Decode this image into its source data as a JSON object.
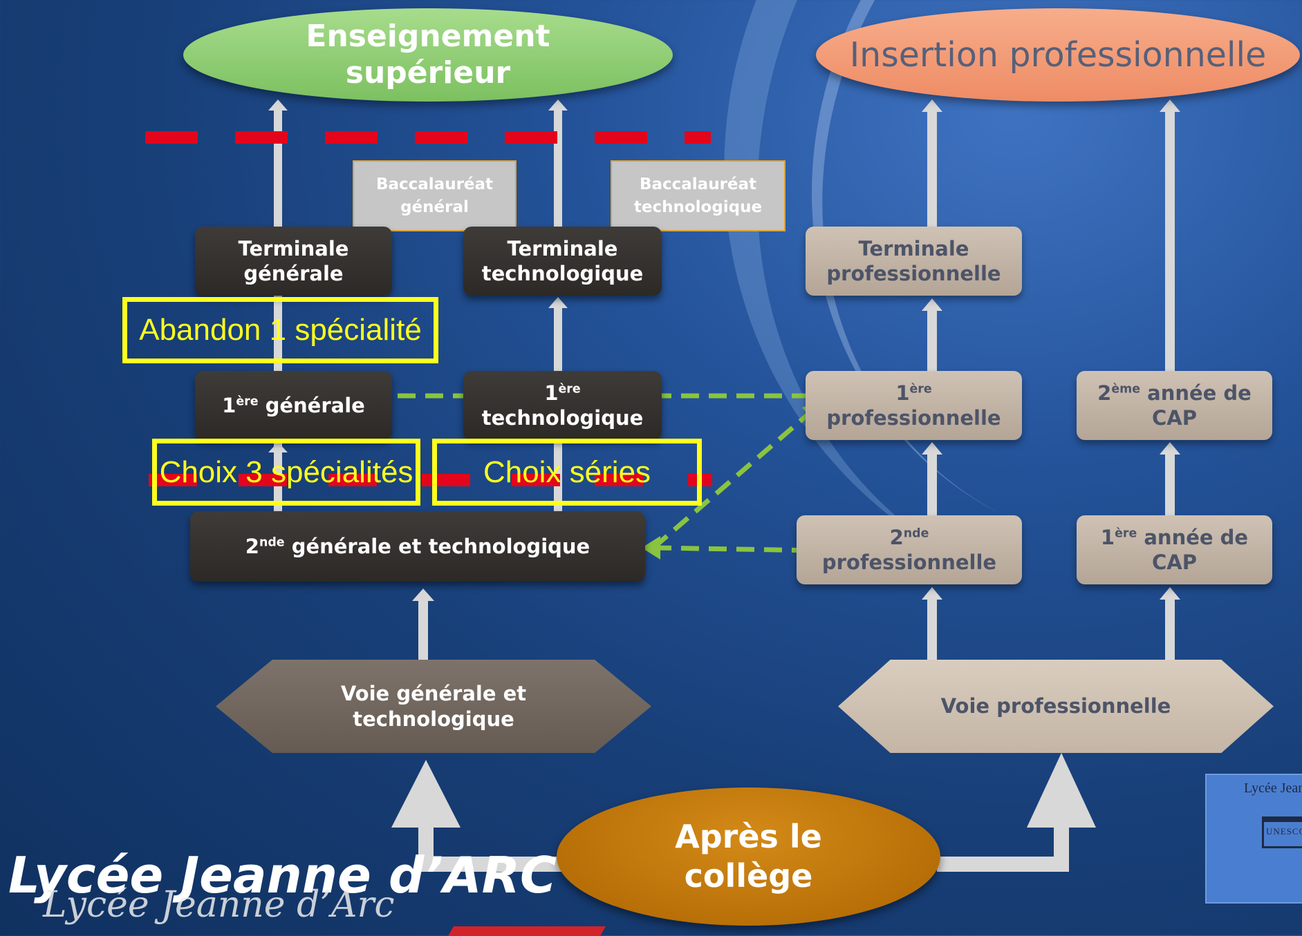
{
  "top": {
    "higher_education": "Enseignement supérieur",
    "professional_insertion": "Insertion professionnelle"
  },
  "scrolls": {
    "bac_general": "Baccalauréat général",
    "bac_techno": "Baccalauréat technologique"
  },
  "general_track": {
    "terminale": [
      "Terminale",
      "générale"
    ],
    "premiere": {
      "num": "1",
      "sup": "ère",
      "text": " générale"
    },
    "seconde": {
      "num": "2",
      "sup": "nde",
      "text": " générale et technologique"
    },
    "voie": [
      "Voie générale et",
      "technologique"
    ]
  },
  "techno_track": {
    "terminale": [
      "Terminale",
      "technologique"
    ],
    "premiere": {
      "num": "1",
      "sup": "ère",
      "text": "technologique"
    }
  },
  "pro_track": {
    "terminale": [
      "Terminale",
      "professionnelle"
    ],
    "premiere": {
      "num": "1",
      "sup": "ère",
      "text": "professionnelle"
    },
    "seconde": {
      "num": "2",
      "sup": "nde",
      "text": "professionnelle"
    },
    "voie": "Voie professionnelle"
  },
  "cap_track": {
    "year2": {
      "num": "2",
      "sup": "ème",
      "text": " année de",
      "line2": "CAP"
    },
    "year1": {
      "num": "1",
      "sup": "ère",
      "text": " année de",
      "line2": "CAP"
    }
  },
  "annotations": {
    "abandon": "Abandon 1 spécialité",
    "choix_specialites": "Choix 3 spécialités",
    "choix_series": "Choix séries"
  },
  "bottom": {
    "apres_college": [
      "Après le",
      "collège"
    ]
  },
  "logo": {
    "main": "Lycée Jeanne d’ARC",
    "script": "Lycée Jeanne d’Arc",
    "badge_title": "Lycée Jean",
    "badge_org": "UNESCO"
  },
  "colors": {
    "green_oval": "#8fcf7a",
    "orange_oval": "#f39a78",
    "dashed_red": "#e3051b",
    "dashed_green": "#8ac43f",
    "annotation_yellow": "#ffff1e",
    "apres_college": "#b86e00"
  }
}
